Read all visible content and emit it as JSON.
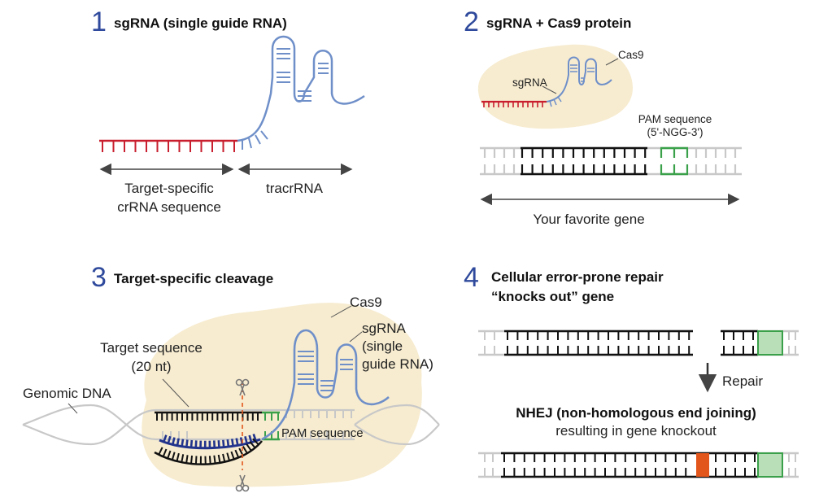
{
  "panel1": {
    "number": "1",
    "title": "sgRNA (single guide RNA)",
    "label_crrna_line1": "Target-specific",
    "label_crrna_line2": "crRNA sequence",
    "label_tracrrna": "tracrRNA"
  },
  "panel2": {
    "number": "2",
    "title": "sgRNA + Cas9 protein",
    "label_cas9": "Cas9",
    "label_sgrna": "sgRNA",
    "label_pam_line1": "PAM sequence",
    "label_pam_line2": "(5'-NGG-3')",
    "label_gene": "Your favorite gene"
  },
  "panel3": {
    "number": "3",
    "title": "Target-specific cleavage",
    "label_cas9": "Cas9",
    "label_sgrna_line1": "sgRNA",
    "label_sgrna_line2": "(single",
    "label_sgrna_line3": "guide RNA)",
    "label_target_line1": "Target sequence",
    "label_target_line2": "(20 nt)",
    "label_genomic": "Genomic DNA",
    "label_pam": "PAM sequence"
  },
  "panel4": {
    "number": "4",
    "title_line1": "Cellular error-prone repair",
    "title_line2": "“knocks out” gene",
    "label_repair": "Repair",
    "label_nhej": "NHEJ (non-homologous end joining)",
    "label_result": "resulting in gene knockout"
  },
  "colors": {
    "rna_blue": "#6f8fc9",
    "crrna_red": "#c81e2d",
    "pam_green": "#3aa14a",
    "pam_fill": "#b9dfb9",
    "cas9_fill": "#f7ecd0",
    "target_navy": "#22338c",
    "indel_orange": "#e2561c",
    "dna_gray": "#c8c8c8",
    "number_blue": "#2f4a9c"
  },
  "icons": [
    "scissors-icon",
    "arrow-double-icon",
    "arrow-down-icon"
  ]
}
